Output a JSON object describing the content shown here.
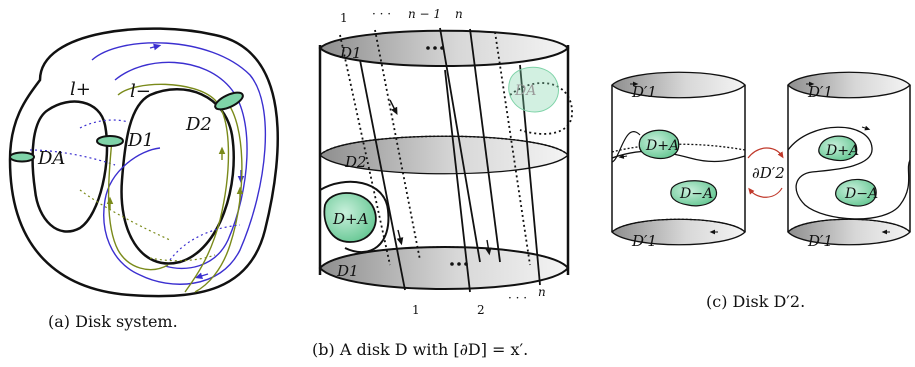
{
  "panel_a": {
    "labels": {
      "l_plus": "l+",
      "l_minus": "l−",
      "d_a": "DA",
      "d_1": "D1",
      "d_2": "D2"
    },
    "caption": "(a) Disk system."
  },
  "panel_b": {
    "labels": {
      "d1_top": "D1",
      "d2_mid": "D2",
      "d1_bottom": "D1",
      "da_plus": "D+A",
      "da_ghost": "DA",
      "top_1": "1",
      "top_dots": "· · ·",
      "top_n_minus_1": "n − 1",
      "top_n": "n",
      "bot_1": "1",
      "bot_2": "2",
      "bot_dots": "· · ·",
      "bot_n": "n"
    },
    "caption": "(b) A disk D with [∂D] = x′."
  },
  "panel_c": {
    "labels": {
      "left_d1_top": "D′1",
      "left_d1_bottom": "D′1",
      "left_da_plus": "D+A",
      "left_da_minus": "D−A",
      "right_d1_top": "D′1",
      "right_d1_bottom": "D′1",
      "right_da_plus": "D+A",
      "right_da_minus": "D−A",
      "boundary": "∂D′2"
    },
    "caption": "(c) Disk D′2."
  },
  "colors": {
    "green_disk": "#7fd3a8",
    "blue_curve": "#3b2fd0",
    "olive_curve": "#7a8a1a",
    "red_arrow": "#c0392b",
    "gray_disk": "#b5b5b5"
  }
}
